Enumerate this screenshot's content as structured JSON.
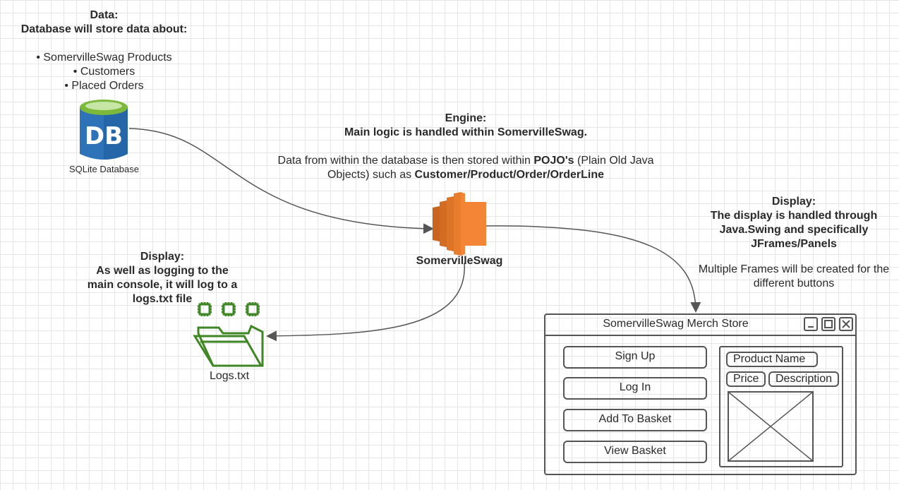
{
  "data_note": {
    "heading": "Data:",
    "subheading": "Database will store data about:",
    "items": [
      "• SomervilleSwag Products",
      "• Customers",
      "• Placed Orders"
    ]
  },
  "database": {
    "icon_text": "DB",
    "label": "SQLite Database"
  },
  "engine_note": {
    "heading": "Engine:",
    "line1": "Main logic is handled within SomervilleSwag.",
    "line2_a": "Data from within the database is then stored within ",
    "line2_b": "POJO's",
    "line2_c": " (Plain Old Java",
    "line3_a": "Objects) such as ",
    "line3_b": "Customer/Product/Order/OrderLine"
  },
  "engine": {
    "label": "SomervilleSwag"
  },
  "display_right": {
    "heading": "Display:",
    "line1": "The display is handled through",
    "line2": "Java.Swing and specifically",
    "line3": "JFrames/Panels",
    "line4": "Multiple Frames will be created for the",
    "line5": "different buttons"
  },
  "display_left": {
    "heading": "Display:",
    "line1": "As well as logging to the",
    "line2": "main console, it will log to a",
    "line3": "logs.txt file"
  },
  "logs": {
    "label": "Logs.txt"
  },
  "window": {
    "title": "SomervilleSwag Merch Store",
    "buttons": [
      "Sign Up",
      "Log In",
      "Add To Basket",
      "View Basket"
    ],
    "product_name": "Product Name",
    "price": "Price",
    "description": "Description"
  },
  "colors": {
    "db_blue": "#2e73b8",
    "db_green": "#7cb83a",
    "engine_orange": "#f58536",
    "logs_green": "#3f8624",
    "line": "#555555"
  }
}
